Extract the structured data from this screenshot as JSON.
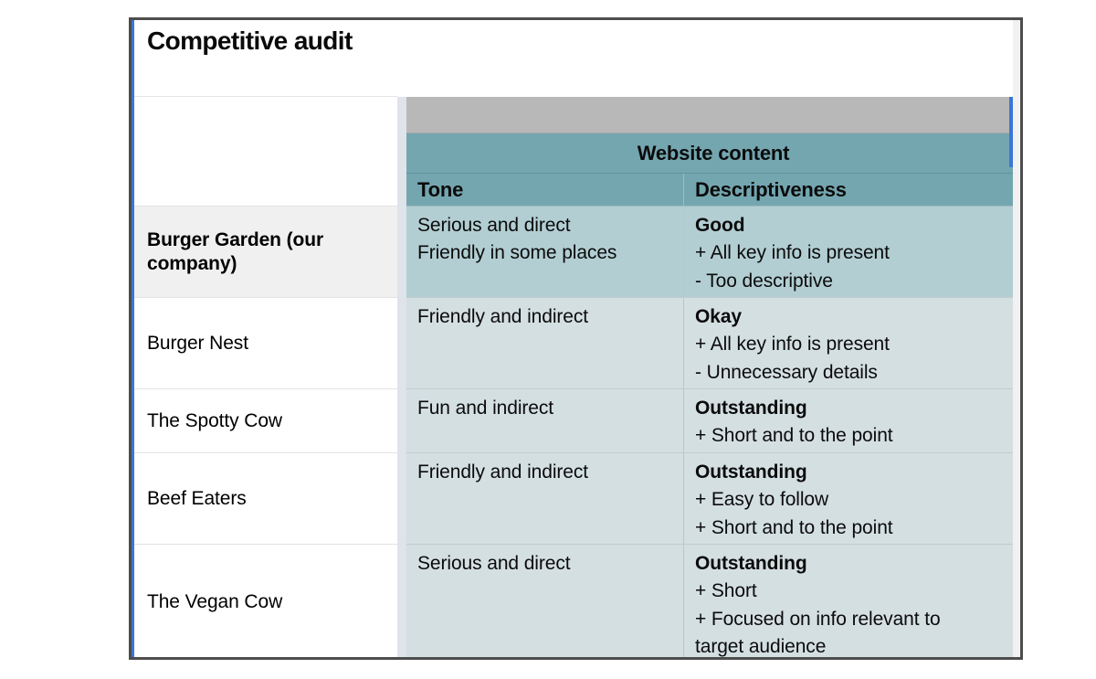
{
  "title": "Competitive audit",
  "colors": {
    "frame": "#4d4d4d",
    "selection": "#3a76d8",
    "group_header": "#74a6b0",
    "gray_band": "#b8b8b8",
    "row_highlight": "#b2ced3",
    "row_default": "#d4dfe2",
    "name_highlight": "#f0f0f0"
  },
  "header": {
    "group_label": "Website content",
    "columns": [
      {
        "key": "tone",
        "label": "Tone"
      },
      {
        "key": "descriptiveness",
        "label": "Descriptiveness"
      }
    ]
  },
  "rows": [
    {
      "company": "Burger Garden\n(our company)",
      "company_bold": true,
      "highlight": true,
      "tone": "Serious and direct\nFriendly in some places",
      "descriptiveness_rating": "Good",
      "descriptiveness_notes": "+ All key info is present\n- Too descriptive"
    },
    {
      "company": "Burger Nest",
      "company_bold": false,
      "highlight": false,
      "tone": "Friendly and indirect",
      "descriptiveness_rating": "Okay",
      "descriptiveness_notes": "+ All key info is present\n- Unnecessary details"
    },
    {
      "company": "The Spotty Cow",
      "company_bold": false,
      "highlight": false,
      "tone": "Fun and indirect",
      "descriptiveness_rating": "Outstanding",
      "descriptiveness_notes": "+ Short and to the point"
    },
    {
      "company": "Beef Eaters",
      "company_bold": false,
      "highlight": false,
      "tone": "Friendly and indirect",
      "descriptiveness_rating": "Outstanding",
      "descriptiveness_notes": "+ Easy to follow\n+ Short and to the point"
    },
    {
      "company": "The Vegan Cow",
      "company_bold": false,
      "highlight": false,
      "tone": "Serious and direct",
      "descriptiveness_rating": "Outstanding",
      "descriptiveness_notes": "+ Short\n+ Focused on info relevant to\ntarget audience"
    }
  ]
}
